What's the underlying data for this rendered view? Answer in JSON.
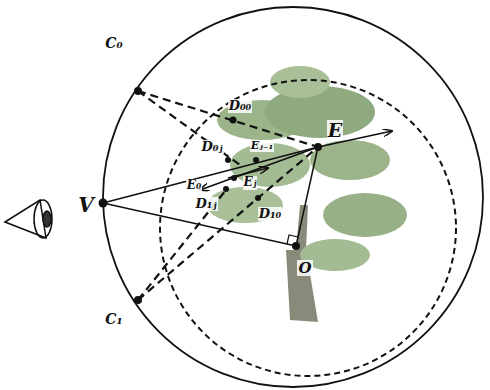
{
  "diagram": {
    "labels": [
      "C₀",
      "D₀₀",
      "E",
      "D₀ⱼ",
      "Eⱼ₋₁",
      "V",
      "E₀",
      "Eⱼ",
      "D₁ⱼ",
      "D₁₀",
      "O",
      "C₁"
    ]
  }
}
